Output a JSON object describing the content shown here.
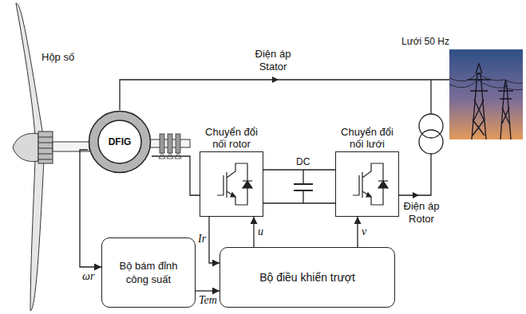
{
  "diagram": {
    "nodes": [
      {
        "text": [
          "DFIG"
        ]
      },
      {
        "text": [
          "Chuyển đổi nối rotor"
        ]
      },
      {
        "text": [
          "Chuyển đổi nối lưới"
        ]
      },
      {
        "text": [
          "Bộ bám đỉnh công suất"
        ]
      },
      {
        "text": [
          "Bộ điều khiển trượt"
        ]
      }
    ],
    "edges": [
      {
        "from": 0,
        "to": 1,
        "arrow": "none"
      },
      {
        "from": 1,
        "to": 2,
        "arrow": "none",
        "label": "DC"
      },
      {
        "from": 0,
        "to": 3,
        "arrow": "to",
        "label": "ωr"
      },
      {
        "from": 3,
        "to": 4,
        "arrow": "to",
        "label": "Tem"
      },
      {
        "from": 1,
        "to": 4,
        "arrow": "to",
        "label": "Ir"
      },
      {
        "from": 4,
        "to": 1,
        "arrow": "to",
        "label": "u"
      },
      {
        "from": 4,
        "to": 2,
        "arrow": "to",
        "label": "v"
      }
    ],
    "labels": [
      "Hộp số",
      "Điện áp Stator",
      "Lưới 50 Hz",
      "Điện áp Rotor"
    ]
  }
}
